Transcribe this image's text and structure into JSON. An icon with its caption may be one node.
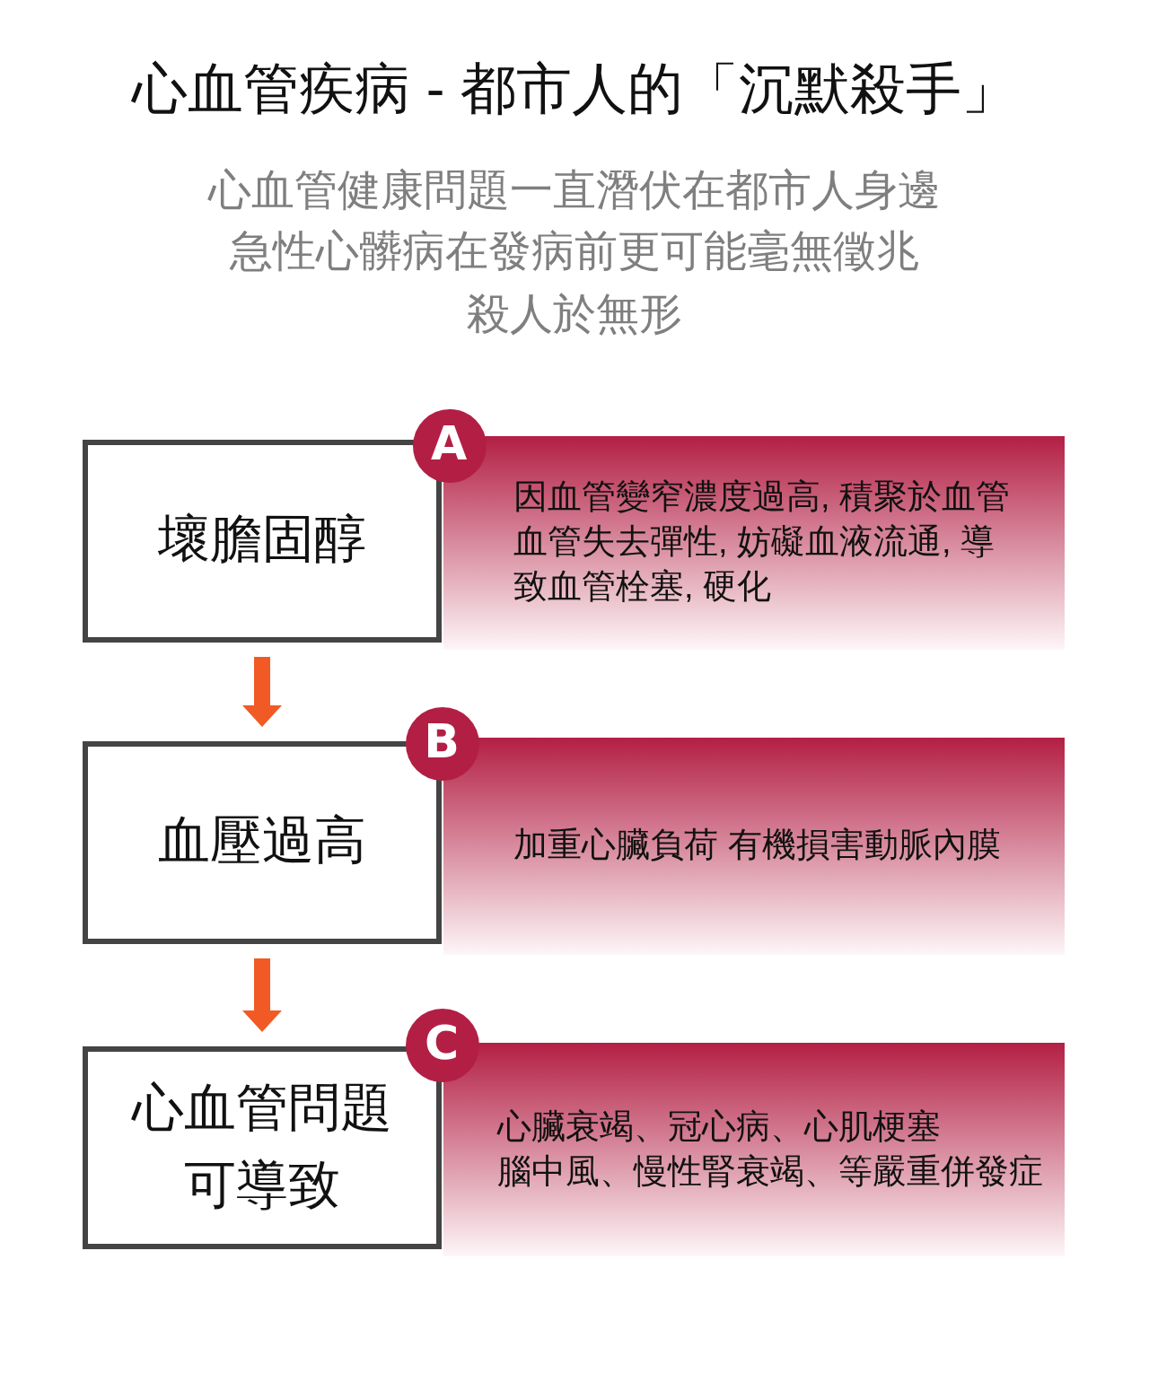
{
  "diagram": {
    "title": "心血管疾病 - 都市人的「沉默殺手」",
    "nodes": [
      {
        "text": [
          "壞膽固醇"
        ]
      },
      {
        "text": [
          "A"
        ]
      },
      {
        "text": [
          "因血管變窄濃度過高, 積聚於血管",
          "血管失去彈性, 妨礙血液流通, 導致血管栓塞, 硬化"
        ]
      },
      {
        "text": [
          "血壓過高"
        ]
      },
      {
        "text": [
          "B"
        ]
      },
      {
        "text": [
          "加重心臟負荷 有機損害動脈內膜"
        ]
      },
      {
        "text": [
          "心血管問題可導致"
        ]
      },
      {
        "text": [
          "C"
        ]
      },
      {
        "text": [
          "心臟衰竭、冠心病、心肌梗塞",
          "腦中風、慢性腎衰竭、等嚴重併發症"
        ]
      }
    ],
    "edges": [
      {
        "from": 0,
        "to": 3,
        "arrow": "to"
      },
      {
        "from": 3,
        "to": 6,
        "arrow": "to"
      }
    ],
    "labels": [
      "心血管健康問題一直潛伏在都市人身邊",
      "急性心髒病在發病前更可能毫無徵兆",
      "殺人於無形"
    ]
  }
}
